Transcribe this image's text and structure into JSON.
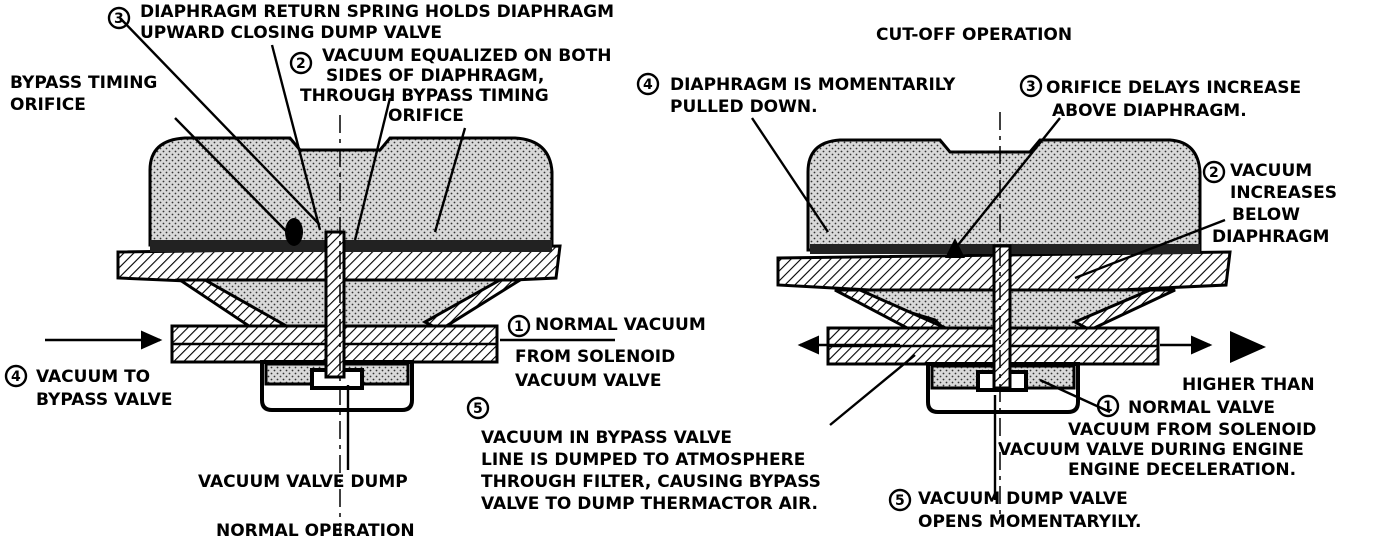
{
  "left": {
    "caption": "NORMAL OPERATION",
    "callout3": {
      "num": "3",
      "line1": "DIAPHRAGM RETURN SPRING HOLDS DIAPHRAGM",
      "line2": "UPWARD CLOSING DUMP VALVE"
    },
    "callout2": {
      "num": "2",
      "line1": "VACUUM EQUALIZED ON BOTH",
      "line2": "SIDES OF DIAPHRAGM,",
      "line3": "THROUGH  BYPASS TIMING",
      "line4": "ORIFICE"
    },
    "bypass_orifice": {
      "line1": "BYPASS TIMING",
      "line2": "ORIFICE"
    },
    "callout1": {
      "num": "1",
      "line1": "NORMAL VACUUM",
      "line2": "FROM SOLENOID",
      "line3": "VACUUM VALVE"
    },
    "callout4": {
      "num": "4",
      "line1": "VACUUM TO",
      "line2": "BYPASS VALVE"
    },
    "dump_label": "VACUUM VALVE DUMP"
  },
  "middle": {
    "callout5": {
      "num": "5",
      "line1": "VACUUM IN BYPASS VALVE",
      "line2": "LINE IS DUMPED TO ATMOSPHERE",
      "line3": "THROUGH FILTER, CAUSING BYPASS",
      "line4": "VALVE TO DUMP THERMACTOR AIR."
    }
  },
  "right": {
    "caption": "CUT-OFF OPERATION",
    "callout4": {
      "num": "4",
      "line1": "DIAPHRAGM IS MOMENTARILY",
      "line2": "PULLED DOWN."
    },
    "callout3": {
      "num": "3",
      "line1": "ORIFICE DELAYS INCREASE",
      "line2": "ABOVE DIAPHRAGM."
    },
    "callout2": {
      "num": "2",
      "line1": "VACUUM",
      "line2": "INCREASES",
      "line3": "BELOW",
      "line4": "DIAPHRAGM"
    },
    "callout1": {
      "num": "1",
      "line1": "HIGHER THAN",
      "line2": "NORMAL VALVE",
      "line3": "VACUUM FROM SOLENOID",
      "line4": "VACUUM VALVE DURING ENGINE",
      "line5": "ENGINE DECELERATION."
    },
    "callout5": {
      "num": "5",
      "line1": "VACUUM DUMP VALVE",
      "line2": "OPENS MOMENTARYILY."
    }
  }
}
